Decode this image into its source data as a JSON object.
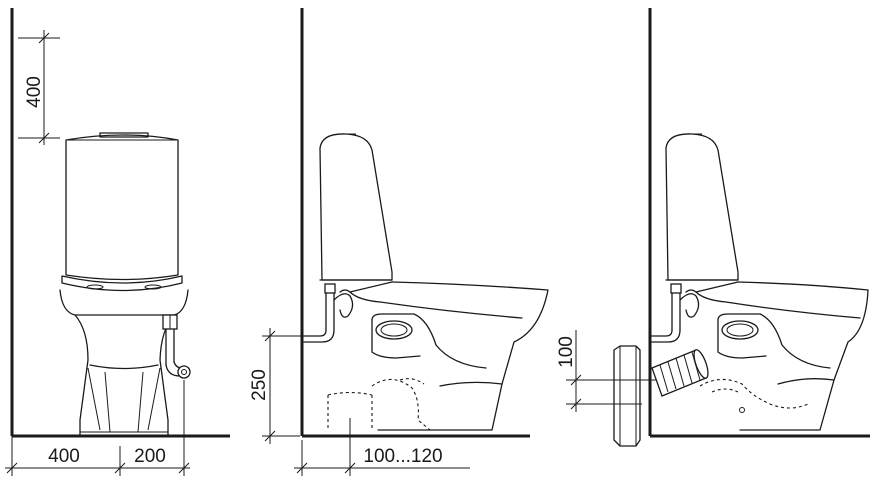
{
  "views": {
    "front": {
      "dim_top": "400",
      "dim_bottom_left": "400",
      "dim_bottom_right": "200"
    },
    "side_floor_outlet": {
      "dim_height": "250",
      "dim_bottom": "100...120"
    },
    "side_wall_outlet": {
      "dim_height": "100"
    }
  }
}
